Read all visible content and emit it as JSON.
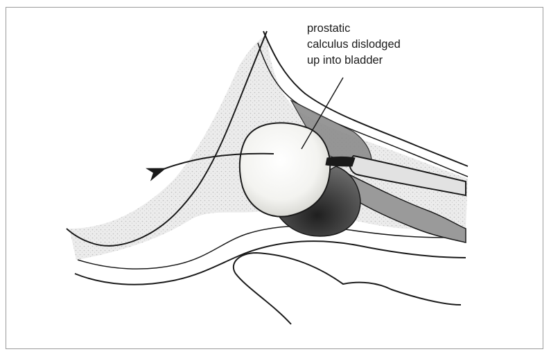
{
  "figure": {
    "annotation_lines": [
      "prostatic",
      "calculus dislodged",
      "up into bladder"
    ],
    "colors": {
      "ink": "#1a1a1a",
      "tissue_shading": "#dcdcdc",
      "dark_tissue": "#3a3a3a",
      "mid_tissue": "#8c8c8c",
      "calculus": "#f7f7f5",
      "frame": "#9a9a9a"
    }
  }
}
